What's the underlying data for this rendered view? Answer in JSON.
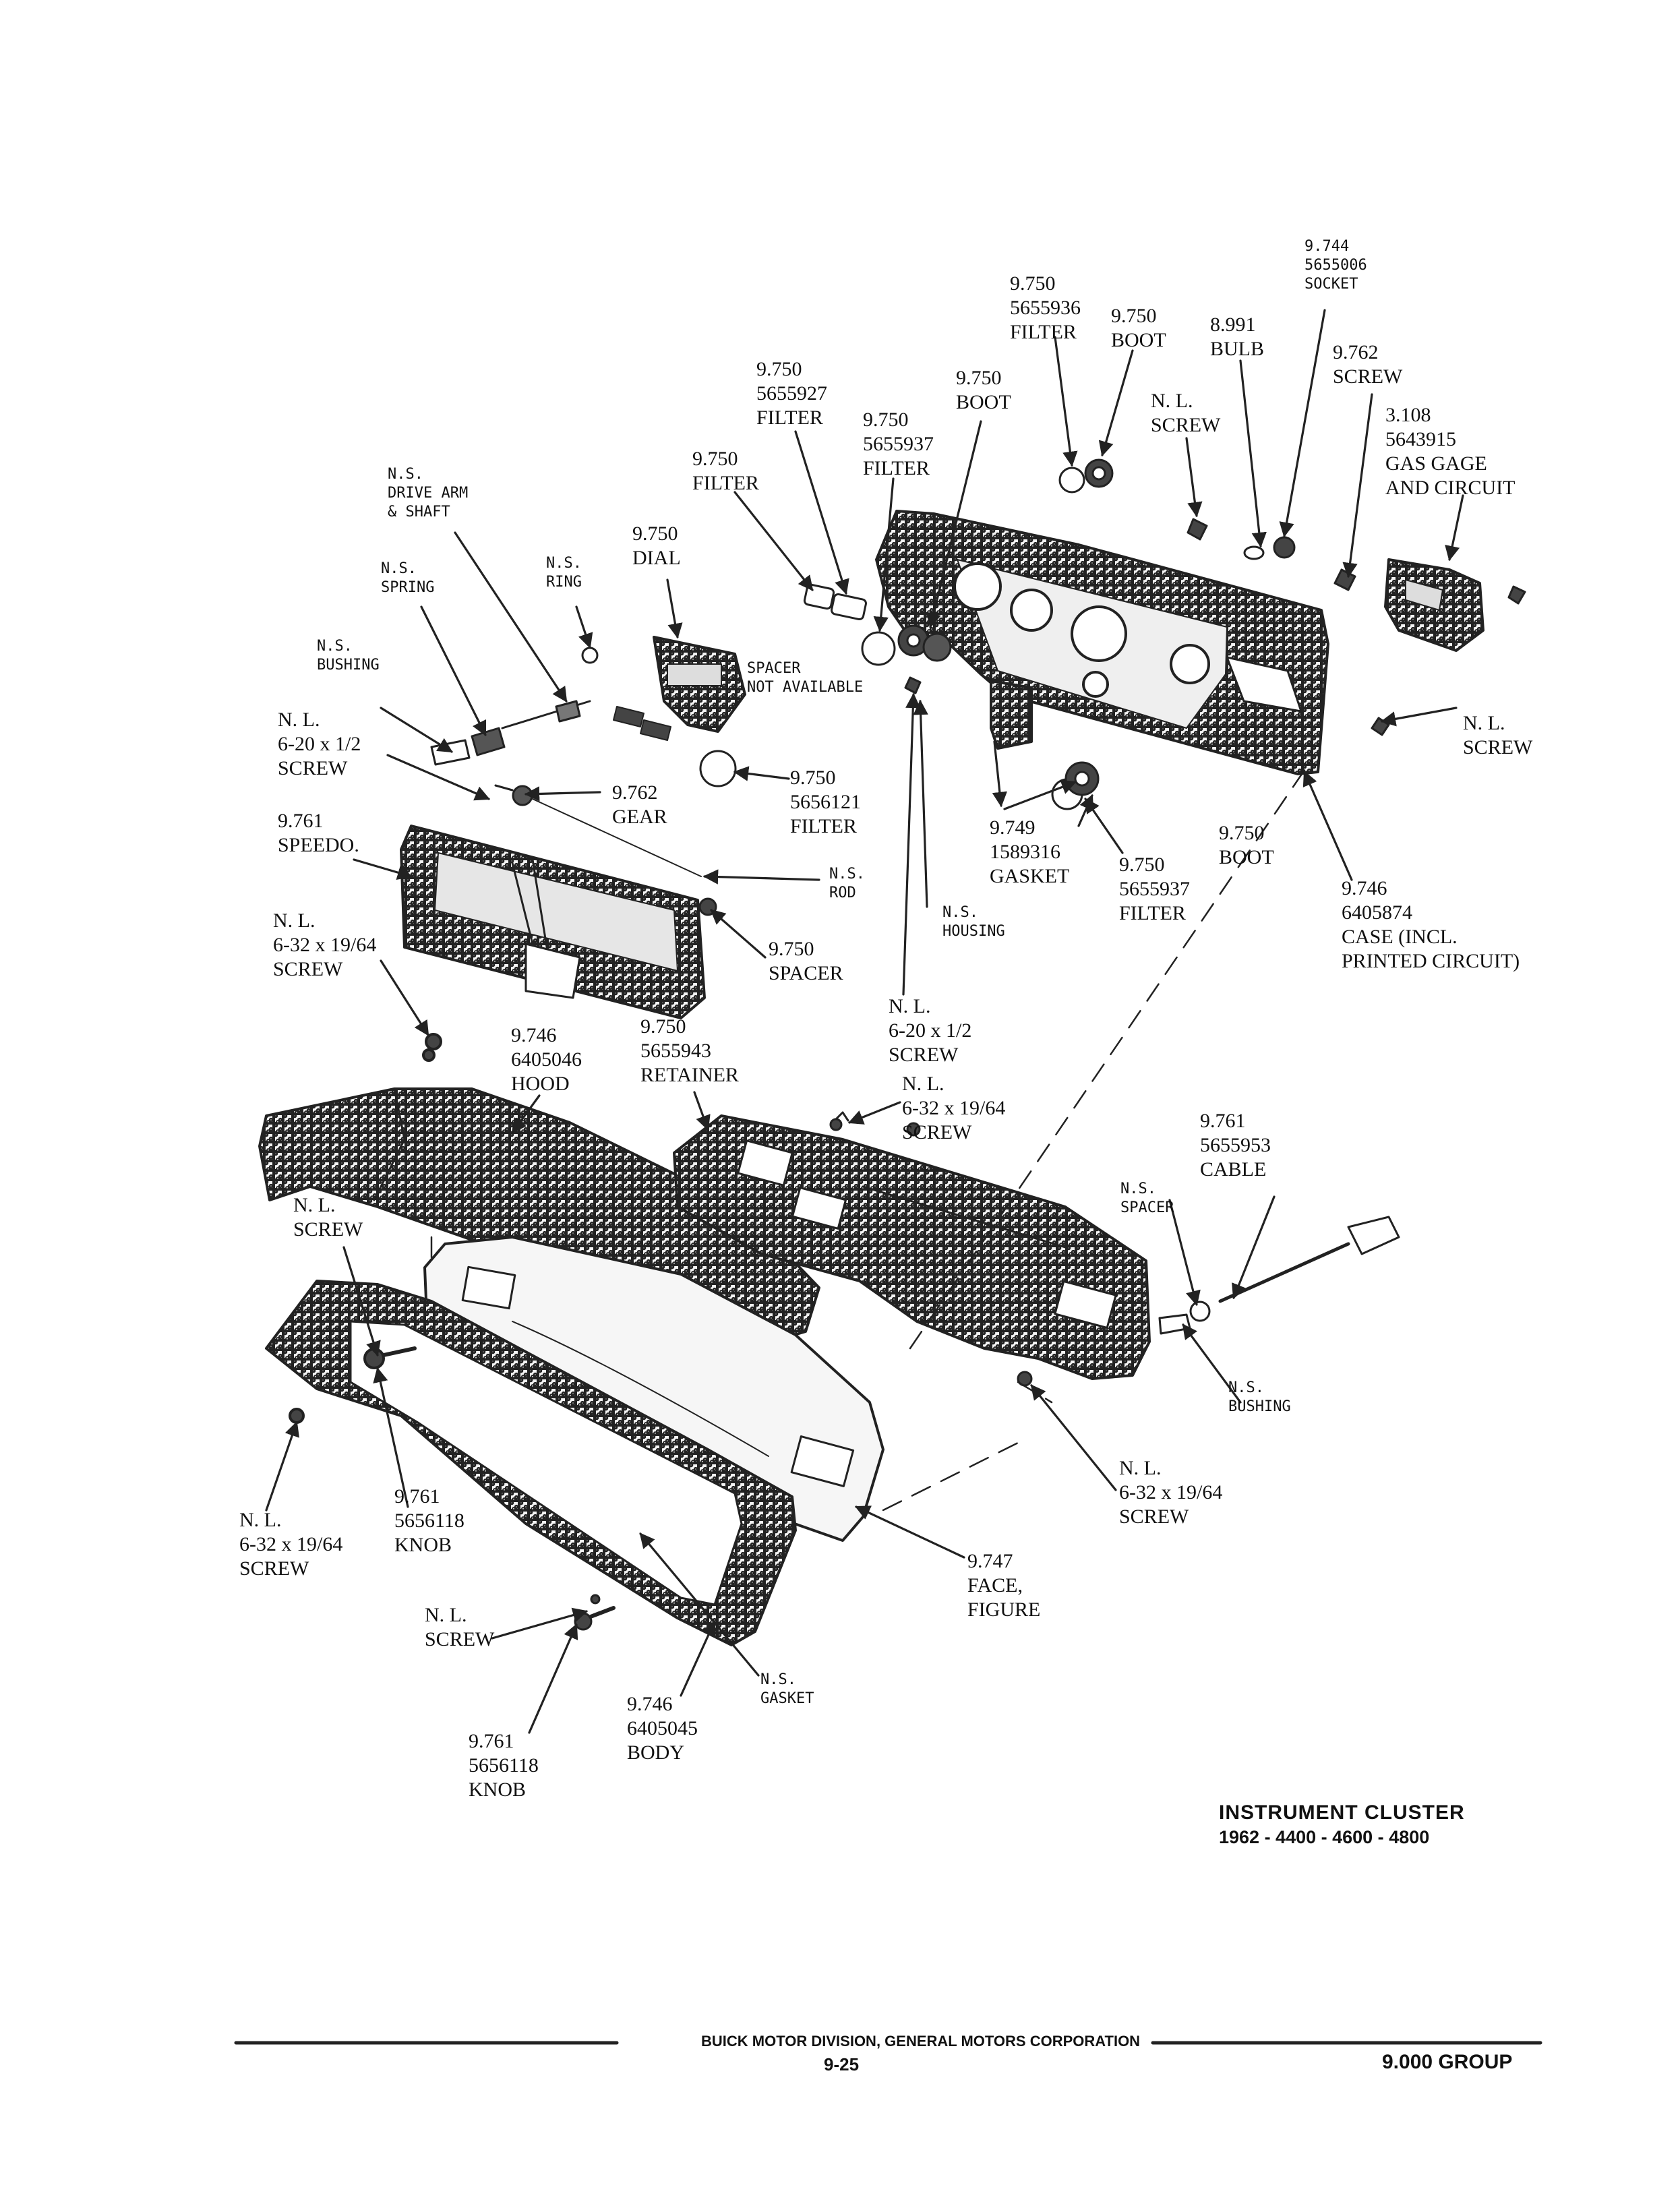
{
  "callouts": [
    {
      "id": "socket",
      "text": "9.744\n5655006\nSOCKET",
      "style": "mono"
    },
    {
      "id": "filter-5655936",
      "text": "9.750\n5655936\nFILTER",
      "style": "serif"
    },
    {
      "id": "boot-top",
      "text": "9.750\nBOOT",
      "style": "serif"
    },
    {
      "id": "bulb",
      "text": "8.991\nBULB",
      "style": "serif"
    },
    {
      "id": "screw-9762-top",
      "text": "9.762\nSCREW",
      "style": "serif"
    },
    {
      "id": "boot-upper",
      "text": "9.750\nBOOT",
      "style": "serif"
    },
    {
      "id": "filter-5655927",
      "text": "9.750\n5655927\nFILTER",
      "style": "serif"
    },
    {
      "id": "nl-screw-top",
      "text": "N. L.\nSCREW",
      "style": "serif"
    },
    {
      "id": "gas-gage",
      "text": "3.108\n5643915\nGAS GAGE\nAND CIRCUIT",
      "style": "serif"
    },
    {
      "id": "filter-5655937-upper",
      "text": "9.750\n5655937\nFILTER",
      "style": "serif"
    },
    {
      "id": "filter-9750",
      "text": "9.750\nFILTER",
      "style": "serif"
    },
    {
      "id": "drive-arm",
      "text": "N.S.\nDRIVE ARM\n& SHAFT",
      "style": "mono"
    },
    {
      "id": "dial",
      "text": "9.750\nDIAL",
      "style": "serif"
    },
    {
      "id": "spring",
      "text": "N.S.\nSPRING",
      "style": "mono"
    },
    {
      "id": "ring",
      "text": "N.S.\nRING",
      "style": "mono"
    },
    {
      "id": "bushing-left",
      "text": "N.S.\nBUSHING",
      "style": "mono"
    },
    {
      "id": "spacer-na",
      "text": "SPACER\nNOT AVAILABLE",
      "style": "mono"
    },
    {
      "id": "screw-6-20-left",
      "text": "N. L.\n6-20 x 1/2\nSCREW",
      "style": "serif"
    },
    {
      "id": "nl-screw-right",
      "text": "N. L.\nSCREW",
      "style": "serif"
    },
    {
      "id": "gear",
      "text": "9.762\nGEAR",
      "style": "serif"
    },
    {
      "id": "filter-5656121",
      "text": "9.750\n5656121\nFILTER",
      "style": "serif"
    },
    {
      "id": "speedo",
      "text": "9.761\nSPEEDO.",
      "style": "serif"
    },
    {
      "id": "gasket-1589316",
      "text": "9.749\n1589316\nGASKET",
      "style": "serif"
    },
    {
      "id": "boot-lower",
      "text": "9.750\nBOOT",
      "style": "serif"
    },
    {
      "id": "rod",
      "text": "N.S.\nROD",
      "style": "mono"
    },
    {
      "id": "filter-5655937-lower",
      "text": "9.750\n5655937\nFILTER",
      "style": "serif"
    },
    {
      "id": "case",
      "text": "9.746\n6405874\nCASE (INCL.\nPRINTED CIRCUIT)",
      "style": "serif"
    },
    {
      "id": "housing",
      "text": "N.S.\nHOUSING",
      "style": "mono"
    },
    {
      "id": "screw-6-32-left",
      "text": "N. L.\n6-32 x 19/64\nSCREW",
      "style": "serif"
    },
    {
      "id": "spacer-9750",
      "text": "9.750\nSPACER",
      "style": "serif"
    },
    {
      "id": "screw-6-20-mid",
      "text": "N. L.\n6-20 x 1/2\nSCREW",
      "style": "serif"
    },
    {
      "id": "hood",
      "text": "9.746\n6405046\nHOOD",
      "style": "serif"
    },
    {
      "id": "retainer",
      "text": "9.750\n5655943\nRETAINER",
      "style": "serif"
    },
    {
      "id": "screw-6-32-mid",
      "text": "N. L.\n6-32 x 19/64\nSCREW",
      "style": "serif"
    },
    {
      "id": "cable",
      "text": "9.761\n5655953\nCABLE",
      "style": "serif"
    },
    {
      "id": "spacer-ns",
      "text": "N.S.\nSPACER",
      "style": "mono"
    },
    {
      "id": "nl-screw-mid-left",
      "text": "N. L.\nSCREW",
      "style": "serif"
    },
    {
      "id": "bushing-right",
      "text": "N.S.\nBUSHING",
      "style": "mono"
    },
    {
      "id": "screw-6-32-right",
      "text": "N. L.\n6-32 x 19/64\nSCREW",
      "style": "serif"
    },
    {
      "id": "knob-upper",
      "text": "9.761\n5656118\nKNOB",
      "style": "serif"
    },
    {
      "id": "screw-6-32-lower-left",
      "text": "N. L.\n6-32 x 19/64\nSCREW",
      "style": "serif"
    },
    {
      "id": "face-figure",
      "text": "9.747\nFACE,\nFIGURE",
      "style": "serif"
    },
    {
      "id": "nl-screw-bottom",
      "text": "N. L.\nSCREW",
      "style": "serif"
    },
    {
      "id": "body",
      "text": "9.746\n6405045\nBODY",
      "style": "serif"
    },
    {
      "id": "gasket-ns",
      "text": "N.S.\nGASKET",
      "style": "mono"
    },
    {
      "id": "knob-lower",
      "text": "9.761\n5656118\nKNOB",
      "style": "serif"
    }
  ],
  "title": {
    "line1": "INSTRUMENT CLUSTER",
    "line2": "1962 - 4400 - 4600 - 4800"
  },
  "footer": {
    "company": "BUICK MOTOR DIVISION, GENERAL MOTORS CORPORATION",
    "page": "9-25",
    "group": "9.000 GROUP"
  }
}
